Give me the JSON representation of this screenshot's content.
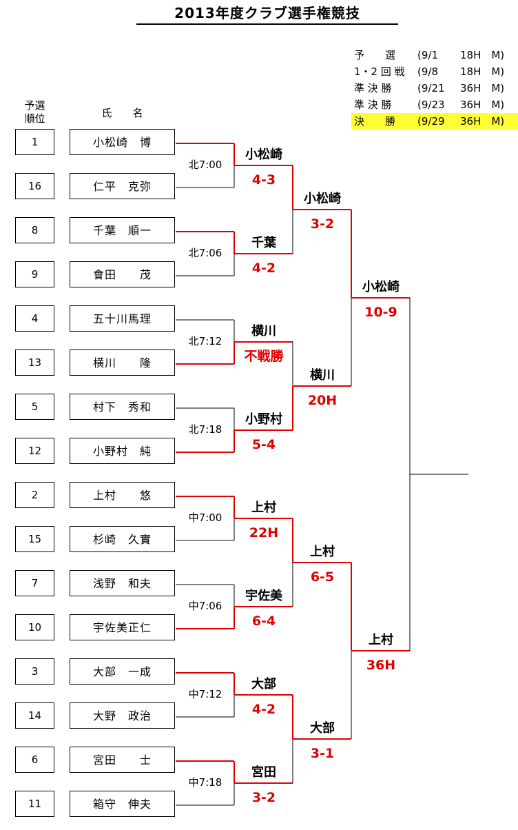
{
  "title": "2013年度クラブ選手権競技",
  "schedule": [
    {
      "round": "予　　選",
      "date": "(9/1",
      "holes": "18H　M)",
      "highlight": false
    },
    {
      "round": "1・2 回 戦",
      "date": "(9/8",
      "holes": "18H　M)",
      "highlight": false
    },
    {
      "round": "準 決 勝",
      "date": "(9/21",
      "holes": "36H　M)",
      "highlight": false
    },
    {
      "round": "準 決 勝",
      "date": "(9/23",
      "holes": "36H　M)",
      "highlight": false
    },
    {
      "round": "決　　勝",
      "date": "(9/29",
      "holes": "36H　M)",
      "highlight": true
    }
  ],
  "headers": {
    "seed": "予選\n順位",
    "name": "氏　　名"
  },
  "players": [
    {
      "seed": "1",
      "name": "小松崎　博"
    },
    {
      "seed": "16",
      "name": "仁平　克弥"
    },
    {
      "seed": "8",
      "name": "千葉　順一"
    },
    {
      "seed": "9",
      "name": "會田　　茂"
    },
    {
      "seed": "4",
      "name": "五十川馬理"
    },
    {
      "seed": "13",
      "name": "横川　　隆"
    },
    {
      "seed": "5",
      "name": "村下　秀和"
    },
    {
      "seed": "12",
      "name": "小野村　純"
    },
    {
      "seed": "2",
      "name": "上村　　悠"
    },
    {
      "seed": "15",
      "name": "杉崎　久實"
    },
    {
      "seed": "7",
      "name": "浅野　和夫"
    },
    {
      "seed": "10",
      "name": "宇佐美正仁"
    },
    {
      "seed": "3",
      "name": "大部　一成"
    },
    {
      "seed": "14",
      "name": "大野　政治"
    },
    {
      "seed": "6",
      "name": "宮田　　士"
    },
    {
      "seed": "11",
      "name": "箱守　伸夫"
    }
  ],
  "tee_times": [
    "北7:00",
    "北7:06",
    "北7:12",
    "北7:18",
    "中7:00",
    "中7:06",
    "中7:12",
    "中7:18"
  ],
  "round1": [
    {
      "winner": "小松崎",
      "score": "4-3"
    },
    {
      "winner": "千葉",
      "score": "4-2"
    },
    {
      "winner": "横川",
      "score": "不戦勝"
    },
    {
      "winner": "小野村",
      "score": "5-4"
    },
    {
      "winner": "上村",
      "score": "22H"
    },
    {
      "winner": "宇佐美",
      "score": "6-4"
    },
    {
      "winner": "大部",
      "score": "4-2"
    },
    {
      "winner": "宮田",
      "score": "3-2"
    }
  ],
  "round2": [
    {
      "winner": "小松崎",
      "score": "3-2"
    },
    {
      "winner": "横川",
      "score": "20H"
    },
    {
      "winner": "上村",
      "score": "6-5"
    },
    {
      "winner": "大部",
      "score": "3-1"
    }
  ],
  "semifinal": [
    {
      "winner": "小松崎",
      "score": "10-9"
    },
    {
      "winner": "上村",
      "score": "36H"
    }
  ],
  "colors": {
    "winner_line": "#e00000",
    "line": "#000000",
    "highlight": "#ffff33"
  }
}
